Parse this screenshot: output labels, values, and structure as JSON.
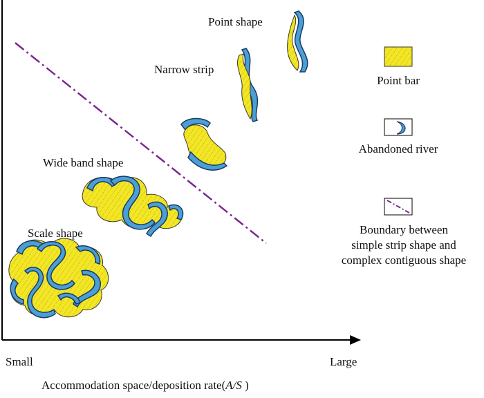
{
  "labels": {
    "point_shape": "Point shape",
    "narrow_strip": "Narrow strip",
    "wide_band_shape": "Wide band shape",
    "scale_shape": "Scale shape"
  },
  "axis": {
    "x_min_label": "Small",
    "x_max_label": "Large",
    "x_title_prefix": "Accommodation space/deposition rate(",
    "x_title_italic": "A/S",
    "x_title_suffix": " )"
  },
  "legend": {
    "point_bar": "Point bar",
    "abandoned_river": "Abandoned river",
    "boundary_line1": "Boundary between",
    "boundary_line2": "simple strip shape and",
    "boundary_line3": "complex contiguous shape"
  },
  "colors": {
    "point_bar_fill": "#f2e626",
    "point_bar_stroke": "#3a3a2a",
    "river_fill": "#4a9fd4",
    "river_stroke": "#1c3a66",
    "boundary_line": "#7a2a8c",
    "axis": "#000000"
  }
}
